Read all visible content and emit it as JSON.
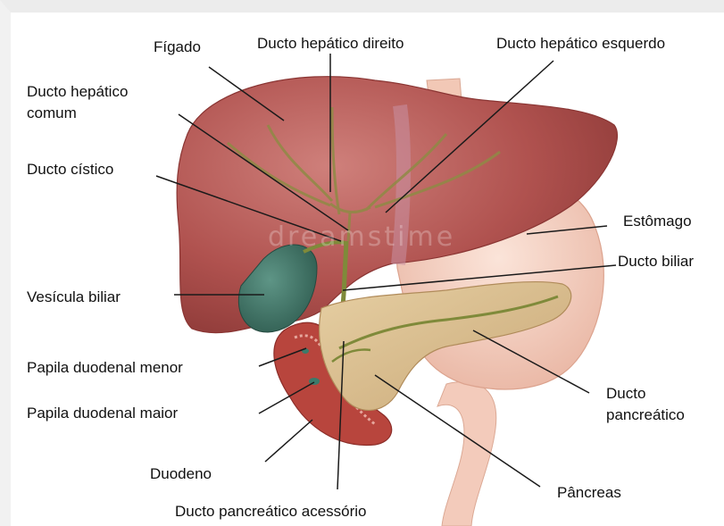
{
  "labels": {
    "figado": "Fígado",
    "ducto_hepatico_direito": "Ducto hepático direito",
    "ducto_hepatico_esquerdo": "Ducto hepático esquerdo",
    "ducto_hepatico_comum_1": "Ducto hepático",
    "ducto_hepatico_comum_2": "comum",
    "ducto_cistico": "Ducto cístico",
    "estomago": "Estômago",
    "ducto_biliar": "Ducto biliar",
    "vesicula_biliar": "Vesícula biliar",
    "papila_menor": "Papila duodenal menor",
    "papila_maior": "Papila duodenal maior",
    "ducto_pancreatico_1": "Ducto",
    "ducto_pancreatico_2": "pancreático",
    "duodeno": "Duodeno",
    "pancreas": "Pâncreas",
    "ducto_pancreatico_acessorio": "Ducto pancreático acessório"
  },
  "watermark": "dreamstime",
  "colors": {
    "liver": "#b0524f",
    "liver_light": "#c97571",
    "stomach": "#f1c9b8",
    "gallbladder": "#3f7466",
    "duodenum": "#b8453d",
    "pancreas": "#d8bd8c",
    "duct": "#7f8a3a",
    "leader": "#1a1a1a"
  }
}
